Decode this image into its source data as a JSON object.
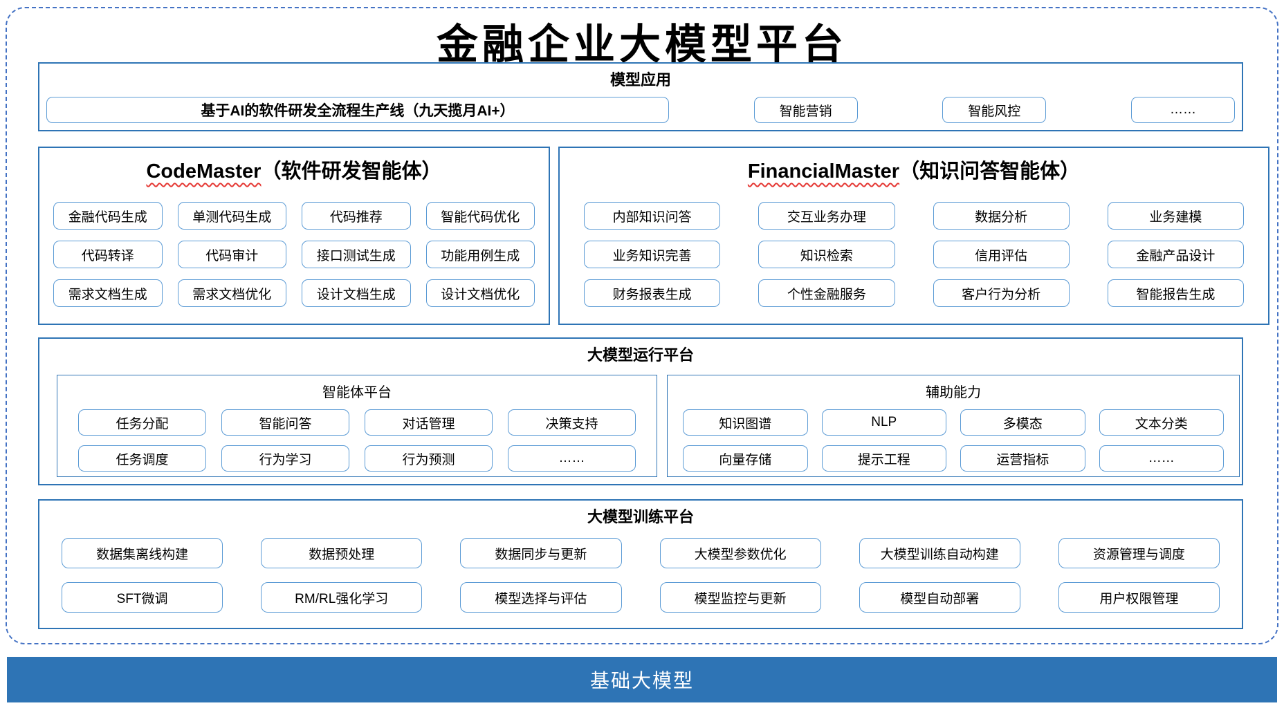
{
  "title": "金融企业大模型平台",
  "colors": {
    "outer_dashed_border": "#4472C4",
    "section_border": "#2E74B5",
    "box_border": "#5B9BD5",
    "foundation_bar_bg": "#2E74B5",
    "foundation_bar_text": "#FFFFFF",
    "spellcheck_underline": "#E53935",
    "text": "#000000"
  },
  "model_app": {
    "header": "模型应用",
    "pipeline_box": "基于AI的软件研发全流程生产线（九天揽月AI+）",
    "boxes": [
      "智能营销",
      "智能风控",
      "……"
    ]
  },
  "code_master": {
    "title_en": "CodeMaster",
    "title_zh": "（软件研发智能体）",
    "boxes": [
      "金融代码生成",
      "单测代码生成",
      "代码推荐",
      "智能代码优化",
      "代码转译",
      "代码审计",
      "接口测试生成",
      "功能用例生成",
      "需求文档生成",
      "需求文档优化",
      "设计文档生成",
      "设计文档优化"
    ]
  },
  "financial_master": {
    "title_en": "FinancialMaster",
    "title_zh": "（知识问答智能体）",
    "boxes": [
      "内部知识问答",
      "交互业务办理",
      "数据分析",
      "业务建模",
      "业务知识完善",
      "知识检索",
      "信用评估",
      "金融产品设计",
      "财务报表生成",
      "个性金融服务",
      "客户行为分析",
      "智能报告生成"
    ]
  },
  "runtime_platform": {
    "header": "大模型运行平台",
    "agent_platform": {
      "header": "智能体平台",
      "boxes": [
        "任务分配",
        "智能问答",
        "对话管理",
        "决策支持",
        "任务调度",
        "行为学习",
        "行为预测",
        "……"
      ]
    },
    "aux_capabilities": {
      "header": "辅助能力",
      "boxes": [
        "知识图谱",
        "NLP",
        "多模态",
        "文本分类",
        "向量存储",
        "提示工程",
        "运营指标",
        "……"
      ]
    }
  },
  "training_platform": {
    "header": "大模型训练平台",
    "boxes": [
      "数据集离线构建",
      "数据预处理",
      "数据同步与更新",
      "大模型参数优化",
      "大模型训练自动构建",
      "资源管理与调度",
      "SFT微调",
      "RM/RL强化学习",
      "模型选择与评估",
      "模型监控与更新",
      "模型自动部署",
      "用户权限管理"
    ]
  },
  "foundation_bar": {
    "label": "基础大模型"
  }
}
